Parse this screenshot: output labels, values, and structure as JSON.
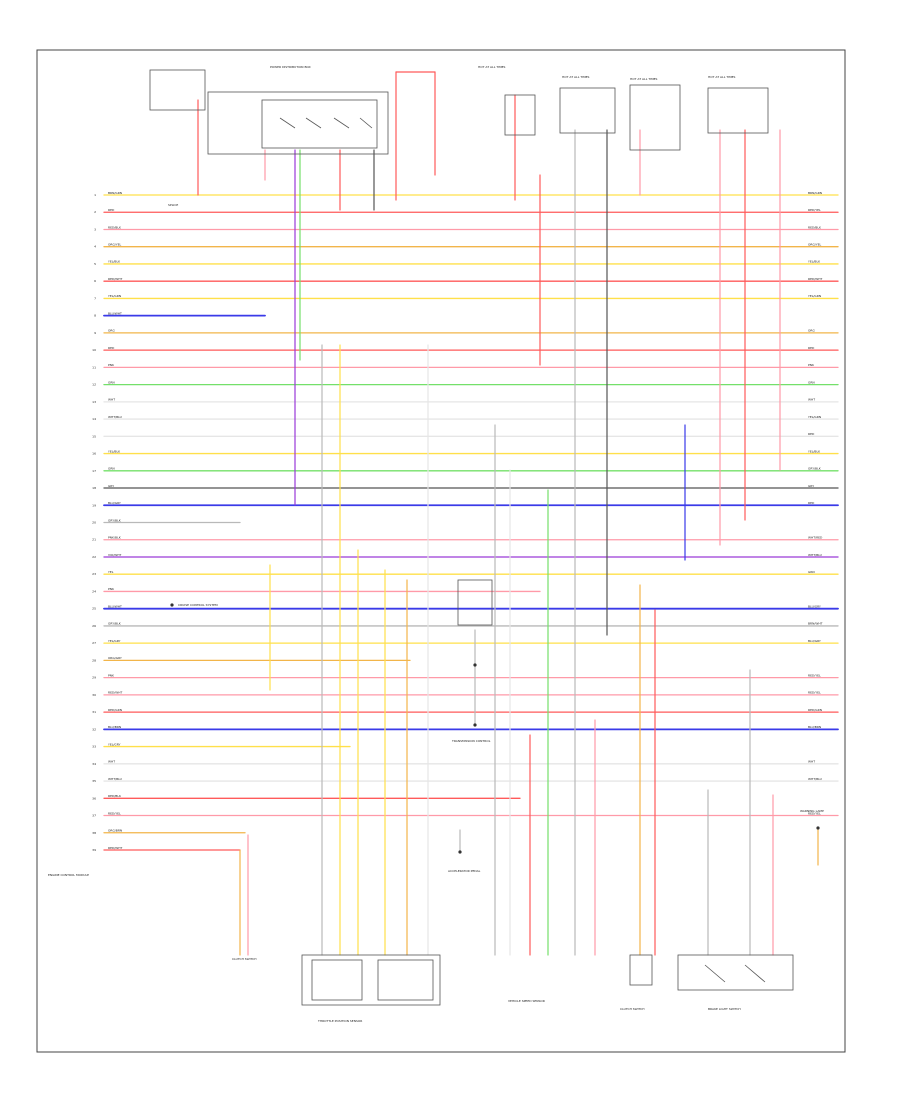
{
  "figure_code": "",
  "colors": {
    "red": "#ff5a5a",
    "pink": "#ff9aa8",
    "yellow": "#ffe04a",
    "orange": "#f2b54a",
    "blue": "#3a3ae8",
    "violet": "#9a3ad8",
    "green": "#74e06a",
    "gray": "#b9b9b9",
    "dark": "#555555",
    "brown": "#c08a4a",
    "white": "#e6e6e6"
  },
  "components": {
    "ecm": {
      "name": "ENGINE CONTROL MODULE"
    },
    "relay_box": {
      "name": "POWER DISTRIBUTION BOX"
    },
    "hot_fuse_1": {
      "name": "HOT AT ALL TIMES"
    },
    "hot_fuse_2": {
      "name": "HOT AT ALL TIMES"
    },
    "hot_fuse_3": {
      "name": "HOT AT ALL TIMES"
    },
    "hot_fuse_4": {
      "name": "HOT AT ALL TIMES"
    },
    "throttle_sensor": {
      "name": "THROTTLE POSITION SENSOR"
    },
    "vss": {
      "name": "VEHICLE SPEED SENSOR"
    },
    "brake_switch": {
      "name": "BRAKE LIGHT SWITCH"
    },
    "transmission": {
      "name": "TRANSMISSION CONTROL"
    },
    "cruise": {
      "name": "CRUISE CONTROL SYSTEM"
    },
    "accelerator": {
      "name": "ACCELERATOR PEDAL"
    },
    "clutch": {
      "name": "CLUTCH SWITCH"
    },
    "splice_left": {
      "name": "SPLICE"
    },
    "warning_lamp": {
      "name": "WARNING LAMP"
    }
  },
  "ecm_wires": [
    {
      "pin": "1",
      "color": "yellow",
      "label": "BRN/GRN",
      "right": "BRN/GRN"
    },
    {
      "pin": "2",
      "color": "red",
      "label": "RED",
      "right": "RED/YEL"
    },
    {
      "pin": "3",
      "color": "pink",
      "label": "RED/BLK",
      "right": "RED/BLK"
    },
    {
      "pin": "4",
      "color": "orange",
      "label": "ORG/YEL",
      "right": "ORG/YEL"
    },
    {
      "pin": "5",
      "color": "yellow",
      "label": "YEL/BLK",
      "right": "YEL/BLK"
    },
    {
      "pin": "6",
      "color": "red",
      "label": "RED/WHT",
      "right": "RED/WHT"
    },
    {
      "pin": "7",
      "color": "yellow",
      "label": "YEL/GRN",
      "right": "YEL/GRN"
    },
    {
      "pin": "8",
      "color": "blue",
      "label": "BLU/WHT",
      "right": ""
    },
    {
      "pin": "9",
      "color": "orange",
      "label": "ORG",
      "right": "ORG"
    },
    {
      "pin": "10",
      "color": "red",
      "label": "RED",
      "right": "RED"
    },
    {
      "pin": "11",
      "color": "pink",
      "label": "PNK",
      "right": "PNK"
    },
    {
      "pin": "12",
      "color": "green",
      "label": "GRN",
      "right": "GRN"
    },
    {
      "pin": "13",
      "color": "white",
      "label": "WHT",
      "right": "WHT"
    },
    {
      "pin": "14",
      "color": "white",
      "label": "WHT/BLU",
      "right": "YEL/GRN"
    },
    {
      "pin": "15",
      "color": "white",
      "label": "",
      "right": "RED"
    },
    {
      "pin": "16",
      "color": "yellow",
      "label": "YEL/BLK",
      "right": "YEL/BLK"
    },
    {
      "pin": "17",
      "color": "green",
      "label": "GRN",
      "right": "GRY/BLK"
    },
    {
      "pin": "18",
      "color": "dark",
      "label": "GRY",
      "right": "GRY"
    },
    {
      "pin": "19",
      "color": "blue",
      "label": "BLU/GRY",
      "right": "RED"
    },
    {
      "pin": "20",
      "color": "gray",
      "label": "GRY/BLK",
      "right": ""
    },
    {
      "pin": "21",
      "color": "pink",
      "label": "PNK/BLK",
      "right": "WHT/RED"
    },
    {
      "pin": "22",
      "color": "violet",
      "label": "VIO/WHT",
      "right": "WHT/BLU"
    },
    {
      "pin": "23",
      "color": "yellow",
      "label": "YEL",
      "right": "GRN"
    },
    {
      "pin": "24",
      "color": "pink",
      "label": "PNK",
      "right": ""
    },
    {
      "pin": "25",
      "color": "blue",
      "label": "BLU/WHT",
      "right": "BLU/GRY"
    },
    {
      "pin": "26",
      "color": "gray",
      "label": "GRY/BLK",
      "right": "BRN/WHT"
    },
    {
      "pin": "27",
      "color": "yellow",
      "label": "YEL/GRY",
      "right": "BLU/GRY"
    },
    {
      "pin": "28",
      "color": "orange",
      "label": "ORG/GRY",
      "right": ""
    },
    {
      "pin": "29",
      "color": "pink",
      "label": "PNK",
      "right": "RED/YEL"
    },
    {
      "pin": "30",
      "color": "pink",
      "label": "RED/WHT",
      "right": "RED/YEL"
    },
    {
      "pin": "31",
      "color": "red",
      "label": "RED/GRN",
      "right": "RED/GRN"
    },
    {
      "pin": "32",
      "color": "blue",
      "label": "BLU/BRN",
      "right": "BLU/BRN"
    },
    {
      "pin": "33",
      "color": "yellow",
      "label": "YEL/GRY",
      "right": ""
    },
    {
      "pin": "34",
      "color": "white",
      "label": "WHT",
      "right": "WHT"
    },
    {
      "pin": "35",
      "color": "white",
      "label": "WHT/BLU",
      "right": "WHT/BLU"
    },
    {
      "pin": "36",
      "color": "red",
      "label": "RED/BLK",
      "right": ""
    },
    {
      "pin": "37",
      "color": "pink",
      "label": "RED/YEL",
      "right": "RED/YEL"
    },
    {
      "pin": "38",
      "color": "orange",
      "label": "ORG/BRN",
      "right": ""
    },
    {
      "pin": "39",
      "color": "red",
      "label": "RED/WHT",
      "right": ""
    }
  ]
}
